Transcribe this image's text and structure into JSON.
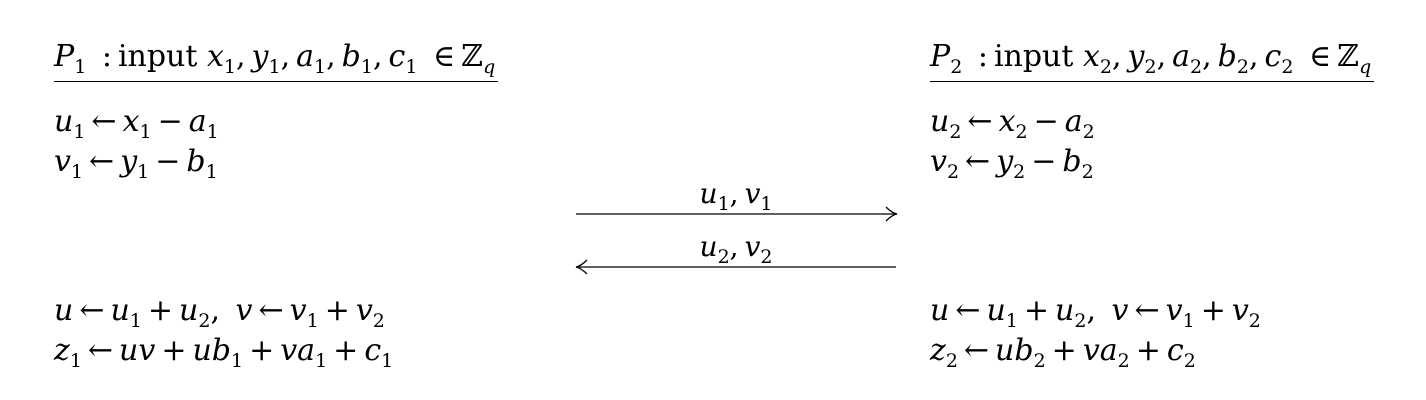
{
  "left": {
    "header": {
      "party": "P",
      "party_sub": "1",
      "colon": ":",
      "word": "input",
      "vars": [
        "x",
        "y",
        "a",
        "b",
        "c"
      ],
      "sub": "1",
      "in": "∈",
      "field": "ℤ",
      "field_sub": "q"
    },
    "step1": {
      "lhs": "u",
      "lhs_sub": "1",
      "arrow": "←",
      "a": "x",
      "a_sub": "1",
      "minus": "−",
      "b": "a",
      "b_sub": "1"
    },
    "step2": {
      "lhs": "v",
      "lhs_sub": "1",
      "arrow": "←",
      "a": "y",
      "a_sub": "1",
      "minus": "−",
      "b": "b",
      "b_sub": "1"
    },
    "step3": {
      "u": "u",
      "arrow": "←",
      "v": "v",
      "plus": "+",
      "comma": ",",
      "one": "1",
      "two": "2"
    },
    "step4": {
      "lhs": "z",
      "lhs_sub": "1",
      "arrow": "←",
      "t1": "uv",
      "plus": "+",
      "t2": "ub",
      "t2_sub": "1",
      "t3": "va",
      "t3_sub": "1",
      "t4": "c",
      "t4_sub": "1"
    }
  },
  "right": {
    "header": {
      "party": "P",
      "party_sub": "2",
      "colon": ":",
      "word": "input",
      "vars": [
        "x",
        "y",
        "a",
        "b",
        "c"
      ],
      "sub": "2",
      "in": "∈",
      "field": "ℤ",
      "field_sub": "q"
    },
    "step1": {
      "lhs": "u",
      "lhs_sub": "2",
      "arrow": "←",
      "a": "x",
      "a_sub": "2",
      "minus": "−",
      "b": "a",
      "b_sub": "2"
    },
    "step2": {
      "lhs": "v",
      "lhs_sub": "2",
      "arrow": "←",
      "a": "y",
      "a_sub": "2",
      "minus": "−",
      "b": "b",
      "b_sub": "2"
    },
    "step3": {
      "u": "u",
      "arrow": "←",
      "v": "v",
      "plus": "+",
      "comma": ",",
      "one": "1",
      "two": "2"
    },
    "step4": {
      "lhs": "z",
      "lhs_sub": "2",
      "arrow": "←",
      "t2": "ub",
      "t2_sub": "2",
      "plus": "+",
      "t3": "va",
      "t3_sub": "2",
      "t4": "c",
      "t4_sub": "2"
    }
  },
  "messages": [
    {
      "direction": "right",
      "a": "u",
      "b": "v",
      "sub": "1",
      "comma": ","
    },
    {
      "direction": "left",
      "a": "u",
      "b": "v",
      "sub": "2",
      "comma": ","
    }
  ]
}
